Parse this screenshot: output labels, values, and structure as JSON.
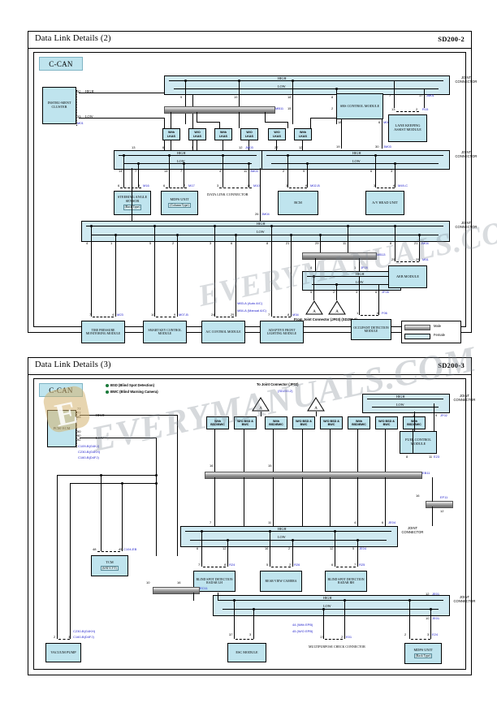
{
  "document": {
    "watermark": "EVERYMANUALS.COM"
  },
  "panels": [
    {
      "title": "Data Link Details (2)",
      "code": "SD200-2",
      "network": "C-CAN",
      "bus_labels": {
        "high": "HIGH",
        "low": "LOW"
      },
      "joint_connectors": [
        {
          "name": "JOINT CONNECTOR",
          "ref": "JM01"
        },
        {
          "name": "JOINT CONNECTOR",
          "ref": "JM03"
        },
        {
          "name": "JOINT CONNECTOR",
          "ref": "JM04"
        },
        {
          "name": "JOINT CONNECTOR",
          "ref": "JF05"
        }
      ],
      "modules": [
        {
          "name": "INSTRU-MENT CLUSTER",
          "ref": "M01"
        },
        {
          "name": "SRS CONTROL MODULE",
          "ref": "M06"
        },
        {
          "name": "LANE KEEPING ASSIST MODULE",
          "ref": "R15"
        },
        {
          "name": "STEERING ANGLE SENSOR",
          "sub": "(Rack Type)",
          "ref": "M16"
        },
        {
          "name": "MDPS UNIT",
          "sub": "(Column Type)",
          "ref": "M17"
        },
        {
          "name": "DATA LINK CONNECTOR",
          "ref": "M10"
        },
        {
          "name": "BCM",
          "ref": "M02-B"
        },
        {
          "name": "A/V HEAD UNIT",
          "ref": "M49-C"
        },
        {
          "name": "TIRE PRESSURE MONITORING MODULE",
          "ref": "M23"
        },
        {
          "name": "SMART KEY CONTROL MODULE",
          "ref": "M07-B"
        },
        {
          "name": "A/C CONTROL MODULE",
          "ref": "M83-A"
        },
        {
          "name": "ADAPTIVE FRONT LIGHTING MODULE",
          "ref": "M34"
        },
        {
          "name": "OCCUPANT DETECTION MODULE",
          "ref": "F06"
        },
        {
          "name": "AEB MODULE",
          "ref": "M51"
        }
      ],
      "option_tags": [
        "With LKAS",
        "W/O LKAS",
        "With LKAS",
        "W/O LKAS",
        "W/O LKAS",
        "With LKAS"
      ],
      "ac_variants": [
        "M83-A (Auto A/C)",
        "M84-A (Manual A/C)"
      ],
      "page_connector_note": "From Joint Connector (JF03) (SD200-1)",
      "splice_refs": [
        "MB11",
        "MB13",
        "MF21"
      ],
      "pin_numbers": [
        "32",
        "33",
        "9",
        "19",
        "18",
        "8",
        "7",
        "17",
        "8",
        "21",
        "15",
        "2",
        "13",
        "6",
        "5",
        "12",
        "27",
        "12",
        "19",
        "30",
        "14",
        "7",
        "14",
        "7",
        "4",
        "11",
        "26",
        "22",
        "2",
        "9",
        "6",
        "3",
        "6",
        "7",
        "3",
        "11",
        "4",
        "18",
        "2",
        "17",
        "7",
        "22",
        "3",
        "18",
        "16",
        "1",
        "25",
        "23",
        "4",
        "1",
        "5",
        "2",
        "3",
        "6",
        "8",
        "21",
        "29",
        "11",
        "25",
        "23",
        "7",
        "8",
        "4",
        "3",
        "10",
        "9",
        "24",
        "25",
        "7",
        "8",
        "1",
        "6",
        "1",
        "3"
      ],
      "wire_labels": {
        "high": "HIGH",
        "low": "LOW"
      },
      "legend": {
        "male": "Male",
        "female": "Female"
      }
    },
    {
      "title": "Data Link Details (3)",
      "code": "SD200-3",
      "network": "C-CAN",
      "abbreviations": [
        "BSD (Blind Spot Detection)",
        "BWC (Blind Warning Camera)"
      ],
      "page_connector_note": "To Joint Connector (JF02)",
      "page_connector_ref": "(SD200-2)",
      "bus_labels": {
        "high": "HIGH",
        "low": "LOW"
      },
      "modules": [
        {
          "name": "PCM/ ECM",
          "refs": [
            "C109-B(G4KJ)",
            "C230-B(G4KH)",
            "C160-B(D4FJ)"
          ]
        },
        {
          "name": "FUEL CONTROL MODULE",
          "ref": "E23"
        },
        {
          "name": "TCM",
          "sub": "(6AT/CVT)",
          "ref": "C104-EB"
        },
        {
          "name": "BLIND SPOT DETECTION RADAR LH",
          "ref": "R24"
        },
        {
          "name": "REAR VIEW CAMERA",
          "ref": "R26"
        },
        {
          "name": "BLIND SPOT DETECTION RADAR RH",
          "ref": "R25"
        },
        {
          "name": "MDPS UNIT",
          "sub": "(Rack Type)",
          "ref": "E24"
        },
        {
          "name": "ESC MODULE",
          "ref": "E10"
        },
        {
          "name": "MULTIPURPOSE CHECK CONNECTOR",
          "ref": "E01"
        },
        {
          "name": "VACUUM PUMP",
          "refs": [
            "C230-B(G4KH)",
            "C160-B(D4FJ)"
          ]
        }
      ],
      "option_tags": [
        "With BSD/BWC",
        "W/O BSD & BWC",
        "With BSD/BWC",
        "W/O BSD & BWC",
        "W/O BSD & BWC",
        "With BSD/BWC",
        "W/O BSD & BWC",
        "With BSD/BWC"
      ],
      "joint_connectors": [
        {
          "name": "JOINT CONNECTOR",
          "ref": "JF02"
        },
        {
          "name": "JOINT CONNECTOR",
          "ref": "JE04"
        },
        {
          "name": "JOINT CONNECTOR",
          "ref": "JE01"
        }
      ],
      "splice_refs": [
        "EB11",
        "EF11",
        "EC11"
      ],
      "esc_pins": [
        "44 (With EPB)",
        "45 (W/O EPB)",
        "46 (With EPB)",
        "44 (W/O EPB)"
      ],
      "pin_numbers": [
        "77",
        "77",
        "85",
        "90",
        "90",
        "92",
        "1",
        "9",
        "8",
        "11",
        "16",
        "15",
        "16",
        "12",
        "1",
        "16",
        "7",
        "14",
        "11",
        "4",
        "6",
        "12",
        "16",
        "2",
        "12",
        "5",
        "7",
        "8",
        "5",
        "2",
        "6",
        "7",
        "48",
        "45",
        "1",
        "2",
        "10",
        "16",
        "9",
        "12",
        "1",
        "3",
        "10",
        "17",
        "2",
        "3"
      ],
      "wire_labels": {
        "high": "HIGH",
        "low": "LOW"
      }
    }
  ]
}
